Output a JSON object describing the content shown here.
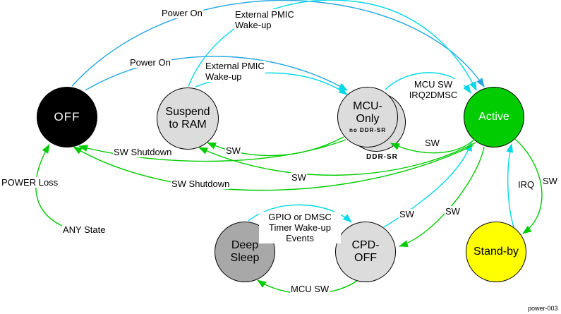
{
  "figure": {
    "id": "power-003"
  },
  "colors": {
    "power_on_blue": "#22A7E0",
    "wakeup_cyan": "#00D9E8",
    "sw_green": "#00CC00",
    "off_fill": "#000000",
    "active_fill": "#00CC00",
    "standby_fill": "#FFFF00",
    "suspend_fill": "#DCDCDC",
    "mcu_fill": "#DCDCDC",
    "mcu_shadow_fill": "#C6C6C6",
    "cpd_fill": "#DCDCDC",
    "deep_sleep_fill": "#A8A8A8"
  },
  "nodes": {
    "off": {
      "label": "OFF"
    },
    "suspend_to_ram": {
      "lines": [
        "Suspend",
        "to RAM"
      ]
    },
    "mcu_only": {
      "lines": [
        "MCU-",
        "Only"
      ],
      "sublabel": "no DDR-SR",
      "shadow_label": "DDR-SR"
    },
    "active": {
      "label": "Active"
    },
    "deep_sleep": {
      "lines": [
        "Deep",
        "Sleep"
      ]
    },
    "cpd_off": {
      "lines": [
        "CPD-",
        "OFF"
      ]
    },
    "standby": {
      "label": "Stand-by"
    }
  },
  "edges": {
    "power_on_off_to_active": {
      "label": "Power On"
    },
    "power_on_off_to_mcu": {
      "label": "Power On"
    },
    "ext_pmic_suspend_to_active": {
      "lines": [
        "External PMIC",
        "Wake-up"
      ]
    },
    "ext_pmic_suspend_to_mcu": {
      "lines": [
        "External PMIC",
        "Wake-up"
      ]
    },
    "mcu_sw_irq2dmsc_mcu_to_active": {
      "lines": [
        "MCU SW",
        "IRQ2DMSC"
      ]
    },
    "sw_active_to_mcu": {
      "label": "SW"
    },
    "sw_shutdown_mcu_to_off": {
      "label": "SW Shutdown"
    },
    "sw_mcu_to_suspend": {
      "label": "SW"
    },
    "sw_shutdown_active_to_off": {
      "label": "SW Shutdown"
    },
    "sw_active_to_suspend": {
      "label": "SW"
    },
    "power_loss_any_to_off": {
      "label": "POWER Loss",
      "source_label": "ANY State"
    },
    "gpio_wakeup_deep_to_cpd": {
      "lines": [
        "GPIO or DMSC",
        "Timer Wake-up",
        "Events"
      ]
    },
    "sw_cpd_to_active": {
      "label": "SW"
    },
    "sw_active_to_cpd": {
      "label": "SW"
    },
    "irq_standby_to_active": {
      "label": "IRQ"
    },
    "sw_active_to_standby": {
      "label": "SW"
    },
    "mcu_sw_cpd_to_deep": {
      "label": "MCU SW"
    }
  }
}
